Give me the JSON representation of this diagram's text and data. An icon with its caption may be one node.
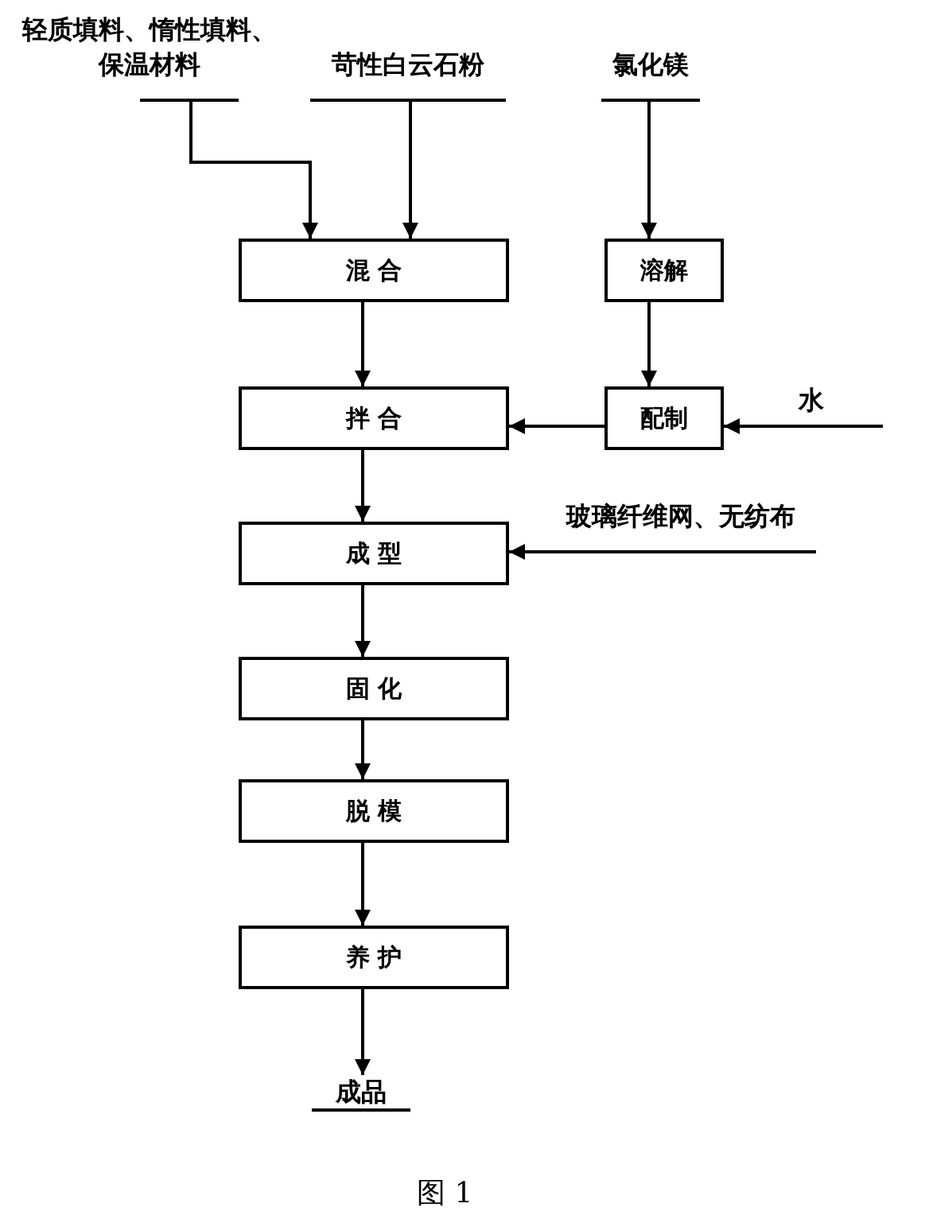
{
  "diagram": {
    "caption": "图 1",
    "nodes": [
      {
        "text": [
          "轻质填料、惰性填料、保温材料"
        ]
      },
      {
        "text": [
          "苛性白云石粉"
        ]
      },
      {
        "text": [
          "氯化镁"
        ]
      },
      {
        "text": [
          "混 合"
        ]
      },
      {
        "text": [
          "溶解"
        ]
      },
      {
        "text": [
          "拌 合"
        ]
      },
      {
        "text": [
          "配制"
        ]
      },
      {
        "text": [
          "玻璃纤维网、无纺布"
        ]
      },
      {
        "text": [
          "成 型"
        ]
      },
      {
        "text": [
          "固 化"
        ]
      },
      {
        "text": [
          "脱 模"
        ]
      },
      {
        "text": [
          "养 护"
        ]
      },
      {
        "text": [
          "成品"
        ]
      }
    ],
    "edges": [
      {
        "from": 0,
        "to": 3,
        "arrow": "to"
      },
      {
        "from": 1,
        "to": 3,
        "arrow": "to"
      },
      {
        "from": 2,
        "to": 4,
        "arrow": "to"
      },
      {
        "from": 3,
        "to": 5,
        "arrow": "to"
      },
      {
        "from": 4,
        "to": 6,
        "arrow": "to"
      },
      {
        "from": null,
        "to": 6,
        "arrow": "to",
        "label": "水"
      },
      {
        "from": 6,
        "to": 5,
        "arrow": "to"
      },
      {
        "from": 5,
        "to": 8,
        "arrow": "to"
      },
      {
        "from": 7,
        "to": 8,
        "arrow": "to"
      },
      {
        "from": 8,
        "to": 9,
        "arrow": "to"
      },
      {
        "from": 9,
        "to": 10,
        "arrow": "to"
      },
      {
        "from": 10,
        "to": 11,
        "arrow": "to"
      },
      {
        "from": 11,
        "to": 12,
        "arrow": "to"
      }
    ]
  }
}
